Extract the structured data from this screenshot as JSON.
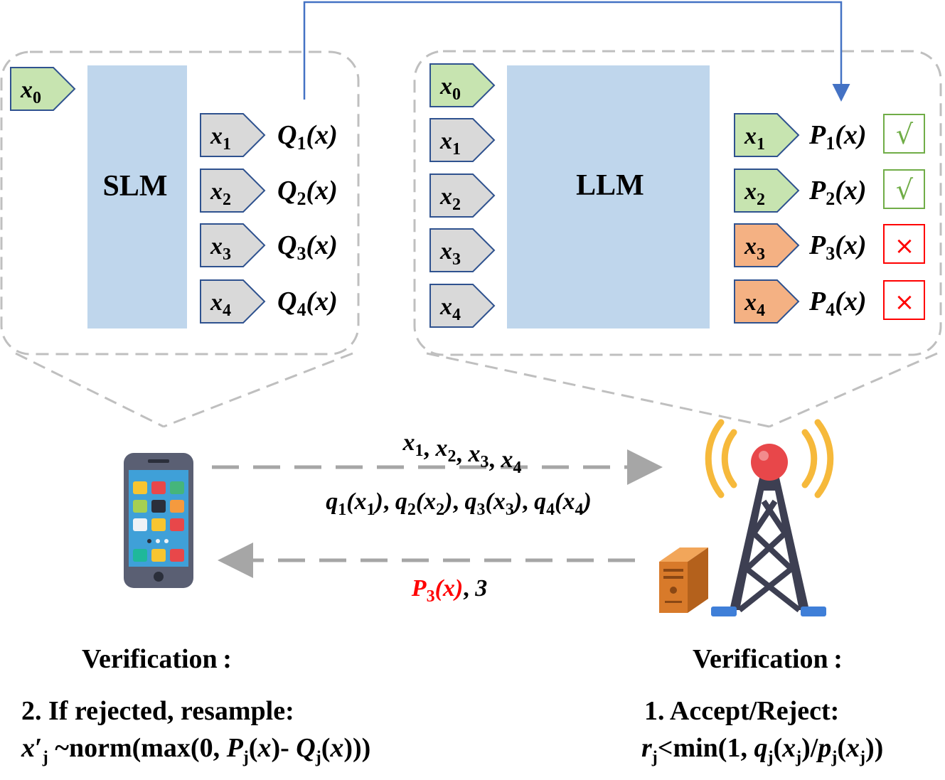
{
  "colors": {
    "model_box": "#bfd6ec",
    "token_green_fill": "#c7e4b0",
    "token_gray_fill": "#d9d9d9",
    "token_orange_fill": "#f4b183",
    "token_stroke": "#2f528f",
    "dashed_border": "#bfbfbf",
    "arrow_gray": "#a6a6a6",
    "arrow_blue": "#4472c4",
    "accept_green": "#70ad47",
    "reject_red": "#ff0000",
    "highlight_red": "#ff0000"
  },
  "slm_panel": {
    "model_label": "SLM",
    "input_token": {
      "base": "x",
      "sub": "0"
    },
    "draft_tokens": [
      {
        "base": "x",
        "sub": "1",
        "dist_base": "Q",
        "dist_sub": "1",
        "dist_arg": "(x)"
      },
      {
        "base": "x",
        "sub": "2",
        "dist_base": "Q",
        "dist_sub": "2",
        "dist_arg": "(x)"
      },
      {
        "base": "x",
        "sub": "3",
        "dist_base": "Q",
        "dist_sub": "3",
        "dist_arg": "(x)"
      },
      {
        "base": "x",
        "sub": "4",
        "dist_base": "Q",
        "dist_sub": "4",
        "dist_arg": "(x)"
      }
    ]
  },
  "llm_panel": {
    "model_label": "LLM",
    "input_tokens": [
      {
        "base": "x",
        "sub": "0",
        "fill": "green"
      },
      {
        "base": "x",
        "sub": "1",
        "fill": "gray"
      },
      {
        "base": "x",
        "sub": "2",
        "fill": "gray"
      },
      {
        "base": "x",
        "sub": "3",
        "fill": "gray"
      },
      {
        "base": "x",
        "sub": "4",
        "fill": "gray"
      }
    ],
    "output_tokens": [
      {
        "base": "x",
        "sub": "1",
        "fill": "green",
        "dist_base": "P",
        "dist_sub": "1",
        "dist_arg": "(x)",
        "verdict": "accept",
        "verdict_symbol": "√"
      },
      {
        "base": "x",
        "sub": "2",
        "fill": "green",
        "dist_base": "P",
        "dist_sub": "2",
        "dist_arg": "(x)",
        "verdict": "accept",
        "verdict_symbol": "√"
      },
      {
        "base": "x",
        "sub": "3",
        "fill": "orange",
        "dist_base": "P",
        "dist_sub": "3",
        "dist_arg": "(x)",
        "verdict": "reject",
        "verdict_symbol": "×"
      },
      {
        "base": "x",
        "sub": "4",
        "fill": "orange",
        "dist_base": "P",
        "dist_sub": "4",
        "dist_arg": "(x)",
        "verdict": "reject",
        "verdict_symbol": "×"
      }
    ]
  },
  "uplink": {
    "tokens": [
      "x1",
      "x2",
      "x3",
      "x4"
    ],
    "probs": [
      "q1(x1)",
      "q2(x2)",
      "q3(x3)",
      "q4(x4)"
    ]
  },
  "downlink": {
    "dist": "P3(x)",
    "separator": ",",
    "index": "3"
  },
  "device_icons": {
    "phone": "smartphone-icon",
    "tower": "cell-tower-icon",
    "server": "server-icon"
  },
  "left_caption": {
    "heading": "Verification :",
    "step": "2. If rejected, resample:",
    "formula": "x′j ~norm(max(0, Pj(x)- Qj(x)))"
  },
  "right_caption": {
    "heading": "Verification :",
    "step": "1. Accept/Reject:",
    "formula": "rj<min(1, qj(xj)/pj(xj))"
  }
}
